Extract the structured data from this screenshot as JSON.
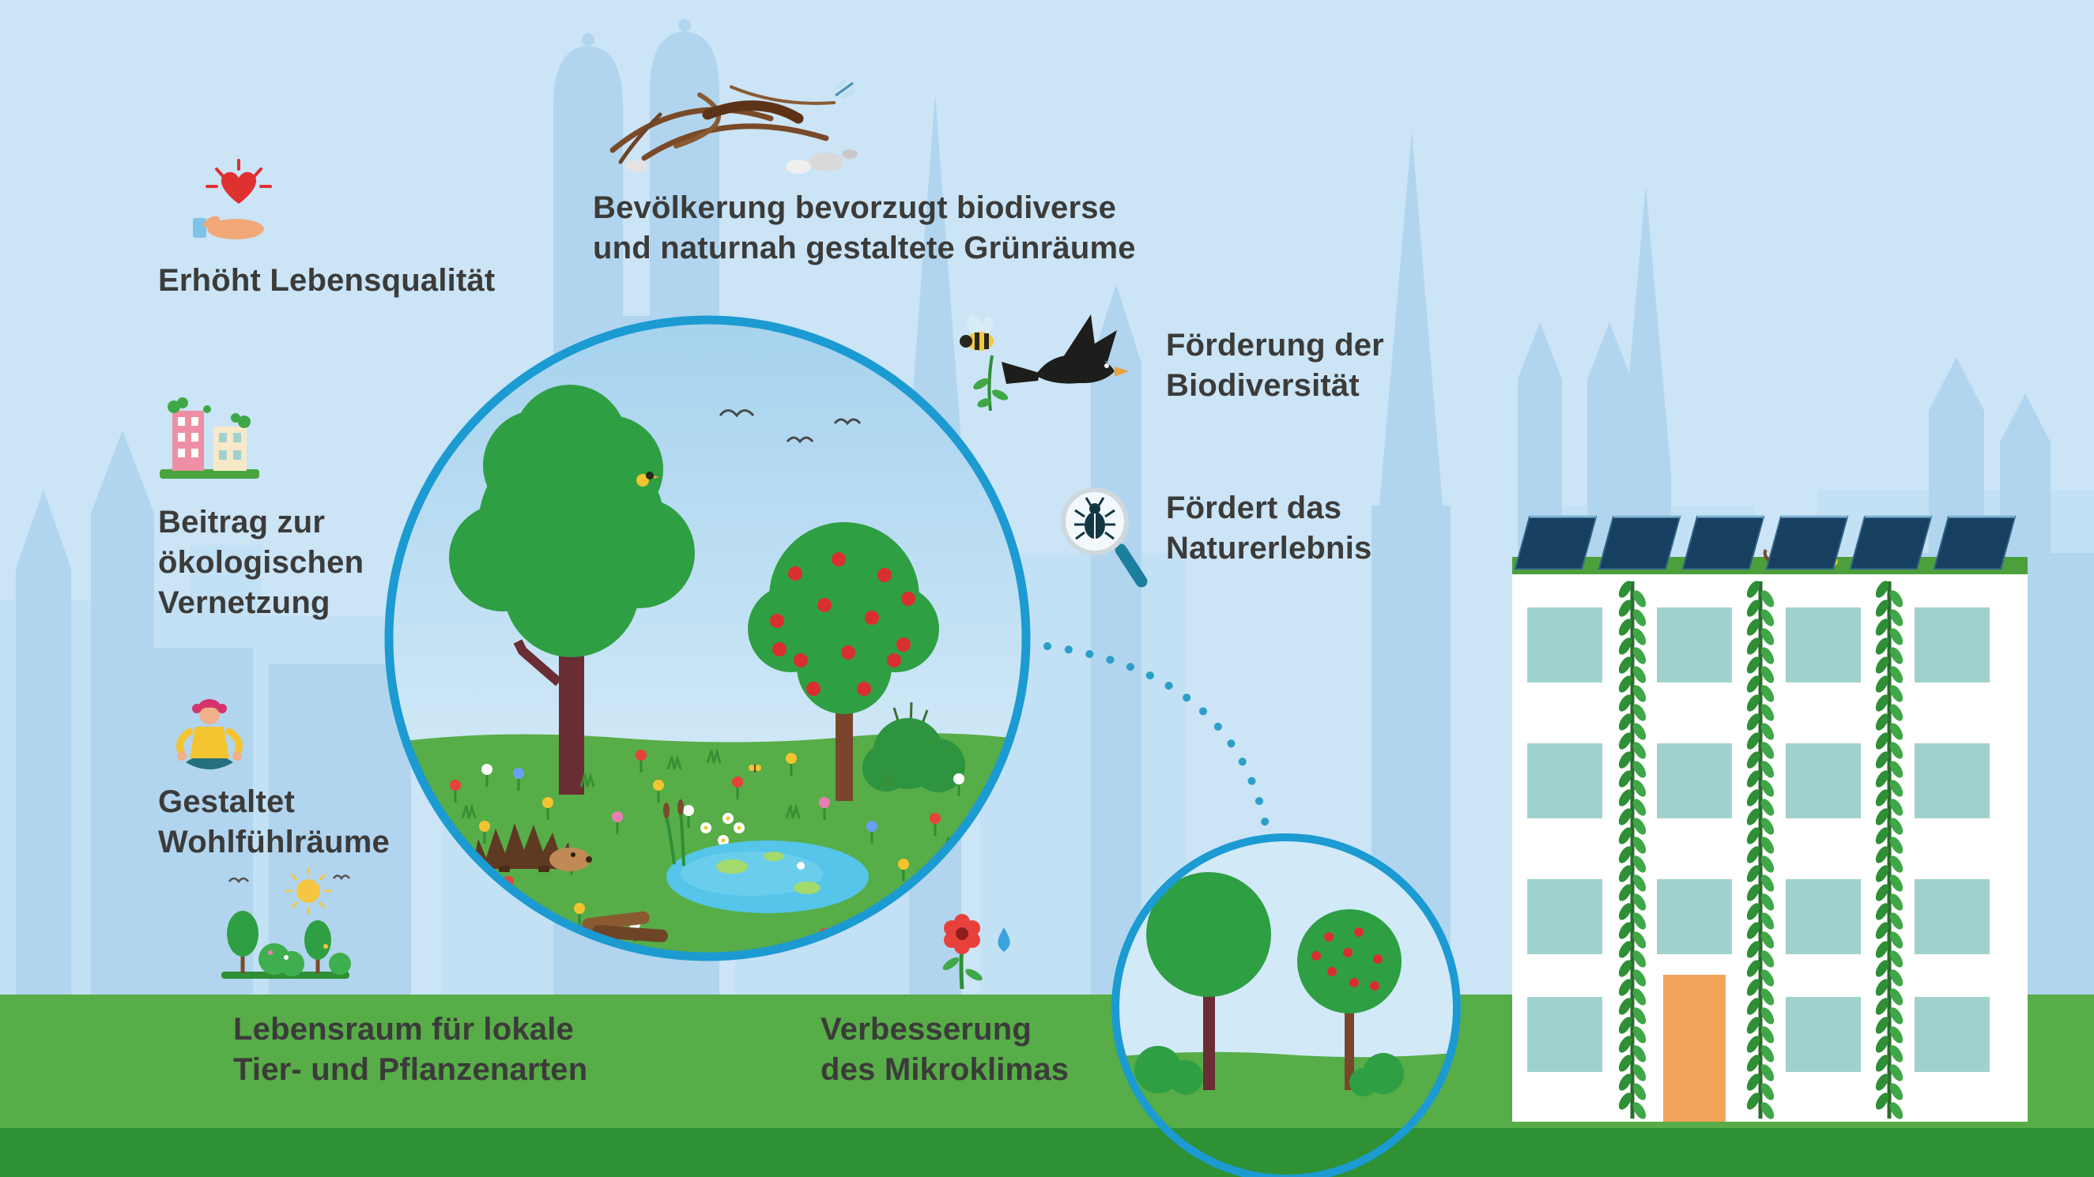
{
  "colors": {
    "sky": "#cbe4f6",
    "skyline_far": "#c3e1f4",
    "skyline_near": "#b1d5ee",
    "grass": "#57ad47",
    "grass_dark": "#2e9134",
    "circle_border": "#1c9ad2",
    "connector_dots": "#2aa0c9",
    "text": "#3b3b3a",
    "tree_green": "#2f9f43",
    "trunk_dark": "#6b2d34",
    "trunk_brown": "#7a452c",
    "apple_red": "#d92f2f",
    "pond_blue": "#55c5e9",
    "window_teal": "#9fd2cf",
    "door_orange": "#f2a45b",
    "solar_panel_navy": "#173f5f"
  },
  "icons": {
    "hand-heart-icon": "open hand with radiating heart",
    "nest-icon": "deadwood pile with branches, stones and dragonfly",
    "bird-bee-icon": "blackbird, bee and plant sprig",
    "magnifier-beetle-icon": "magnifying glass over a beetle",
    "buildings-icon": "two small greened buildings",
    "meditating-person-icon": "person sitting cross-legged meditating",
    "habitat-trees-icon": "small trees and shrubs with sun and birds",
    "flower-drop-icon": "red flower with water drop"
  },
  "callouts": {
    "lebensqualitaet": {
      "icon": "hand-heart-icon",
      "lines": [
        "Erhöht Lebensqualität"
      ]
    },
    "bevoelkerung": {
      "icon": "nest-icon",
      "lines": [
        "Bevölkerung bevorzugt biodiverse",
        "und naturnah gestaltete Grünräume"
      ]
    },
    "biodiversitaet": {
      "icon": "bird-bee-icon",
      "lines": [
        "Förderung der",
        "Biodiversität"
      ]
    },
    "naturerlebnis": {
      "icon": "magnifier-beetle-icon",
      "lines": [
        "Fördert das",
        "Naturerlebnis"
      ]
    },
    "vernetzung": {
      "icon": "buildings-icon",
      "lines": [
        "Beitrag zur",
        "ökologischen",
        "Vernetzung"
      ]
    },
    "wohlfuehlraeume": {
      "icon": "meditating-person-icon",
      "lines": [
        "Gestaltet",
        "Wohlfühlräume"
      ]
    },
    "lebensraum": {
      "icon": "habitat-trees-icon",
      "lines": [
        "Lebensraum für lokale",
        "Tier- und Pflanzenarten"
      ]
    },
    "mikroklima": {
      "icon": "flower-drop-icon",
      "lines": [
        "Verbesserung",
        "des Mikroklimas"
      ]
    }
  }
}
